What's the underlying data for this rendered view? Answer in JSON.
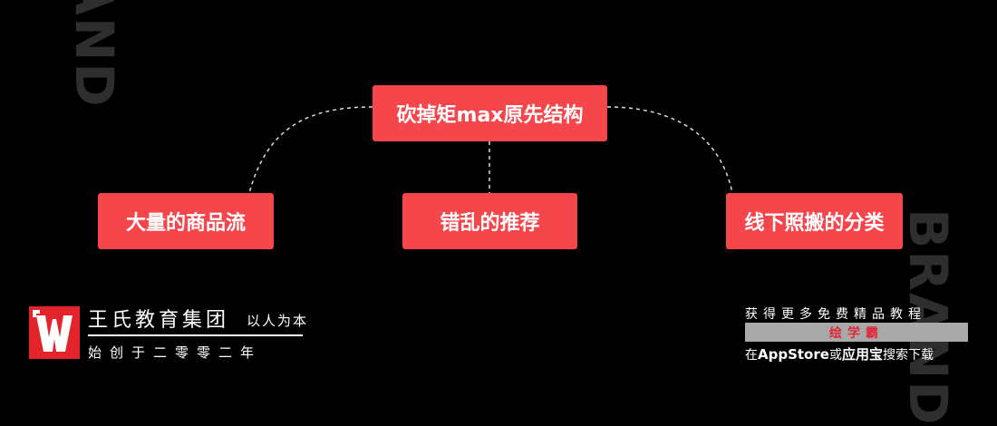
{
  "watermark": {
    "left": "AND",
    "right": "BRAND"
  },
  "nodes": {
    "top": "砍掉矩max原先结构",
    "left": "大量的商品流",
    "middle": "错乱的推荐",
    "right": "线下照搬的分类"
  },
  "brand": {
    "name": "王氏教育集团",
    "slogan": "以人为本",
    "since": "始创于二零零二年"
  },
  "promo": {
    "line1": "获得更多免费精品教程",
    "name": "绘学霸",
    "line2_prefix": "在",
    "line2_app": "AppStore",
    "line2_mid": "或",
    "line2_store": "应用宝",
    "line2_suffix": "搜索下载"
  },
  "colors": {
    "node_fill": "#f4464b",
    "background": "#000000"
  }
}
